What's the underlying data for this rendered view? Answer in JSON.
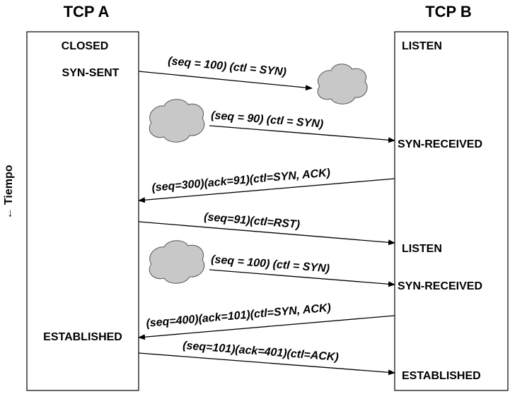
{
  "headers": {
    "left": "TCP A",
    "right": "TCP B"
  },
  "time_axis": {
    "label": "← Tiempo"
  },
  "states_a": [
    {
      "id": "a-closed",
      "text": "CLOSED"
    },
    {
      "id": "a-syn-sent",
      "text": "SYN-SENT"
    },
    {
      "id": "a-established",
      "text": "ESTABLISHED"
    }
  ],
  "states_b": [
    {
      "id": "b-listen-1",
      "text": "LISTEN"
    },
    {
      "id": "b-syn-received-1",
      "text": "SYN-RECEIVED"
    },
    {
      "id": "b-listen-2",
      "text": "LISTEN"
    },
    {
      "id": "b-syn-received-2",
      "text": "SYN-RECEIVED"
    },
    {
      "id": "b-established",
      "text": "ESTABLISHED"
    }
  ],
  "messages": [
    {
      "id": "msg-1",
      "text": "(seq = 100) (ctl = SYN)",
      "from": "A",
      "to": "lost"
    },
    {
      "id": "msg-2",
      "text": "(seq = 90) (ctl = SYN)",
      "from": "old-duplicate",
      "to": "B"
    },
    {
      "id": "msg-3",
      "text": "(seq=300)(ack=91)(ctl=SYN, ACK)",
      "from": "B",
      "to": "A"
    },
    {
      "id": "msg-4",
      "text": "(seq=91)(ctl=RST)",
      "from": "A",
      "to": "B"
    },
    {
      "id": "msg-5",
      "text": "(seq = 100) (ctl = SYN)",
      "from": "delayed",
      "to": "B"
    },
    {
      "id": "msg-6",
      "text": "(seq=400)(ack=101)(ctl=SYN, ACK)",
      "from": "B",
      "to": "A"
    },
    {
      "id": "msg-7",
      "text": "(seq=101)(ack=401)(ctl=ACK)",
      "from": "A",
      "to": "B"
    }
  ],
  "colors": {
    "cloud_fill": "#c8c8c8",
    "line": "#000000"
  }
}
